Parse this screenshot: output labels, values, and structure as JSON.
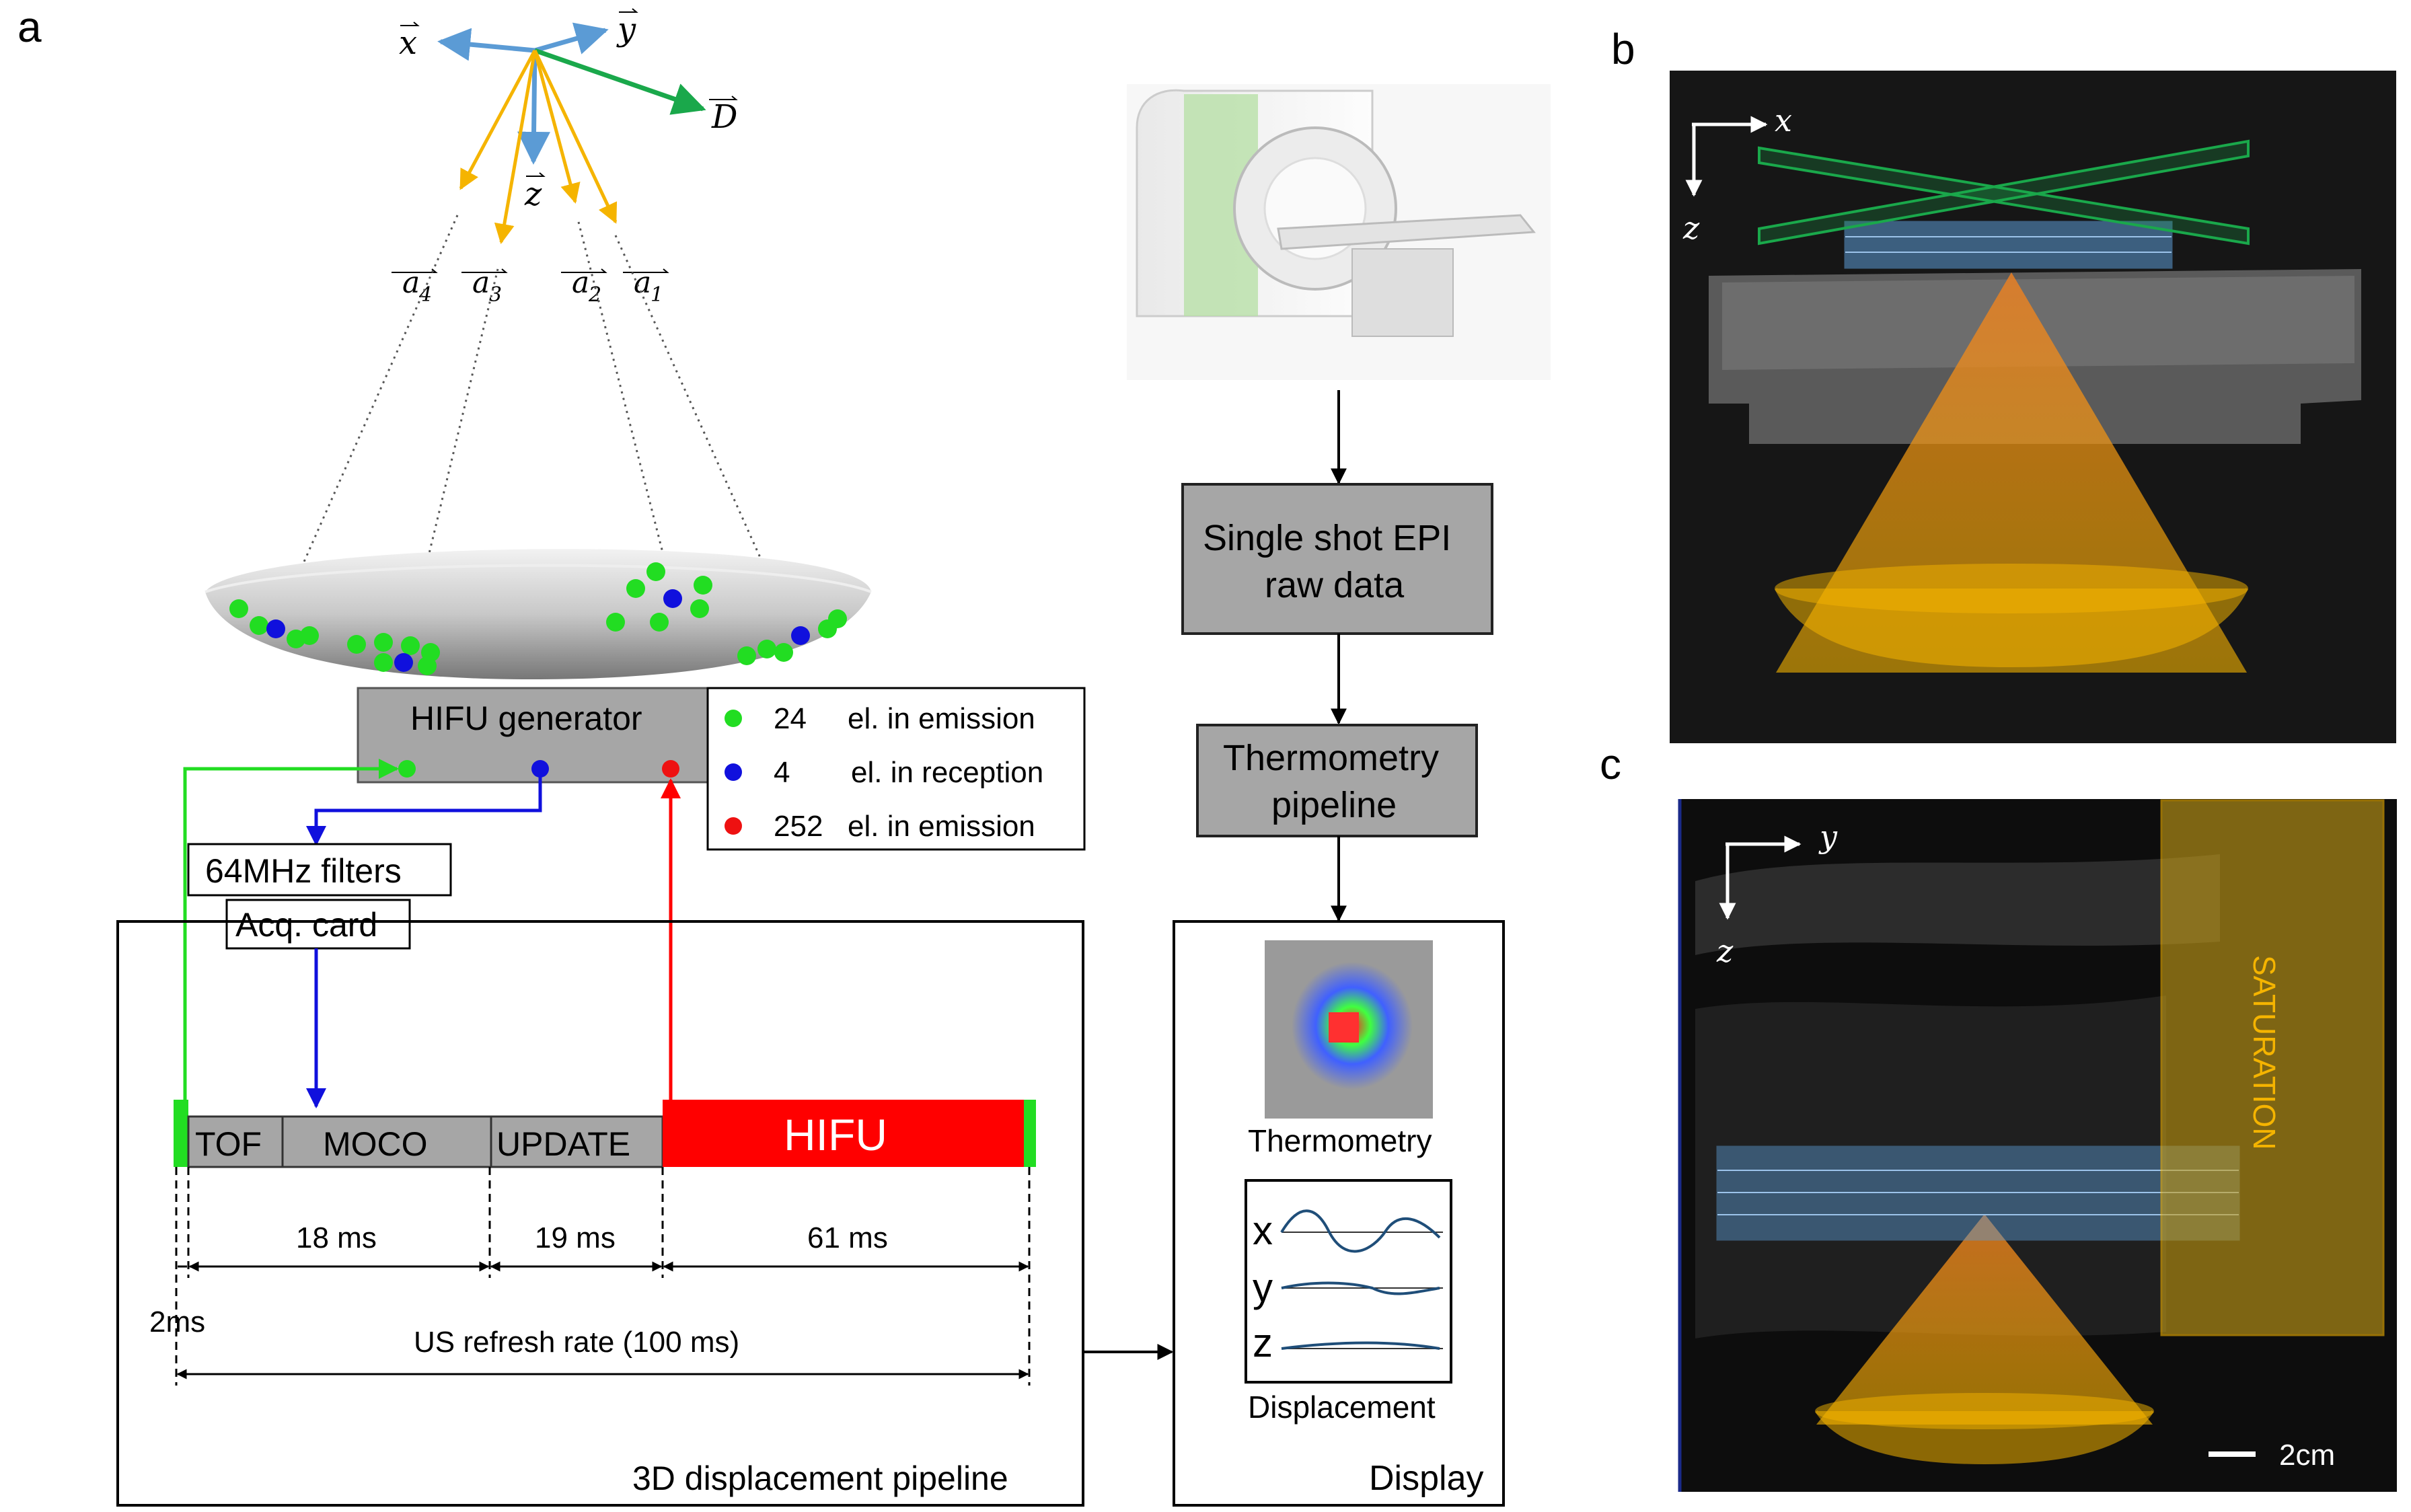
{
  "panels": {
    "a": "a",
    "b": "b",
    "c": "c"
  },
  "vectors": {
    "x": "x",
    "y": "y",
    "z": "z",
    "D": "D",
    "a4": "a4",
    "a3": "a3",
    "a2": "a2",
    "a1": "a1",
    "a_sym": "a",
    "sub4": "4",
    "sub3": "3",
    "sub2": "2",
    "sub1": "1"
  },
  "hifu_generator": "HIFU generator",
  "legend": [
    {
      "count": "24",
      "desc": "el. in  emission",
      "color": "#22dd22"
    },
    {
      "count": "4",
      "desc": "el. in  reception",
      "color": "#1010dd"
    },
    {
      "count": "252",
      "desc": "el. in  emission",
      "color": "#ee1111"
    }
  ],
  "filters": "64MHz filters",
  "acq_card": "Acq. card",
  "timeline": {
    "tof": "TOF",
    "moco": "MOCO",
    "update": "UPDATE",
    "hifu": "HIFU",
    "d18": "18 ms",
    "d19": "19 ms",
    "d61": "61 ms",
    "d2": "2ms",
    "refresh": "US refresh rate (100 ms)"
  },
  "pipeline_label": "3D displacement pipeline",
  "epi": [
    "Single shot EPI",
    "raw data"
  ],
  "thermo_pipe": [
    "Thermometry",
    "pipeline"
  ],
  "display": {
    "thermometry": "Thermometry",
    "displacement": "Displacement",
    "label": "Display",
    "x": "x",
    "y": "y",
    "z": "z"
  },
  "panel_c": {
    "saturation": "SATURATION",
    "scale": "2cm"
  },
  "colors": {
    "green": "#22dd22",
    "blue": "#1010dd",
    "red": "#ff0000",
    "orange": "#f5b400",
    "axis_blue": "#5b9bd5",
    "axis_green": "#1aa84b",
    "grey_box": "#a6a6a6"
  }
}
